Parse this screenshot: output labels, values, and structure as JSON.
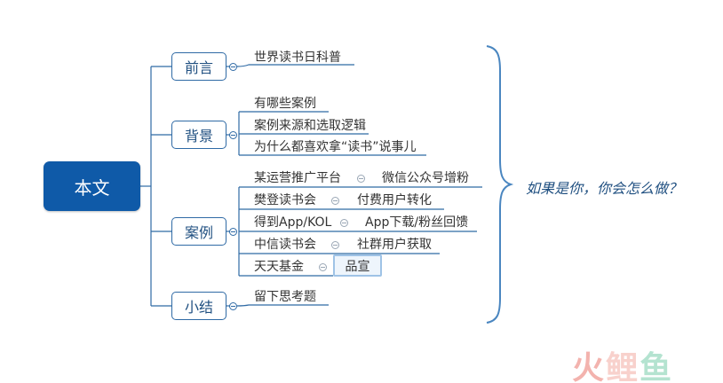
{
  "root": {
    "label": "本文"
  },
  "branches": [
    {
      "label": "前言",
      "leaves": [
        {
          "text": "世界读书日科普"
        }
      ]
    },
    {
      "label": "背景",
      "leaves": [
        {
          "text": "有哪些案例"
        },
        {
          "text": "案例来源和选取逻辑"
        },
        {
          "text": "为什么都喜欢拿“读书”说事儿"
        }
      ]
    },
    {
      "label": "案例",
      "leaves": [
        {
          "text": "某运营推广平台",
          "child": "微信公众号增粉"
        },
        {
          "text": "樊登读书会",
          "child": "付费用户转化"
        },
        {
          "text": "得到App/KOL",
          "child": "App下载/粉丝回馈"
        },
        {
          "text": "中信读书会",
          "child": "社群用户获取"
        },
        {
          "text": "天天基金",
          "child": "品宣"
        }
      ]
    },
    {
      "label": "小结",
      "leaves": [
        {
          "text": "留下思考题"
        }
      ]
    }
  ],
  "summary": {
    "text": "如果是你，你会怎么做？"
  },
  "watermark": {
    "part1": "火",
    "part2": "鲤",
    "part3": "鱼"
  },
  "colors": {
    "root_fill": "#0f5aa8",
    "line": "#2f6aa5",
    "node_border": "#2f6aa5",
    "selected_fill": "#eef5fc"
  }
}
